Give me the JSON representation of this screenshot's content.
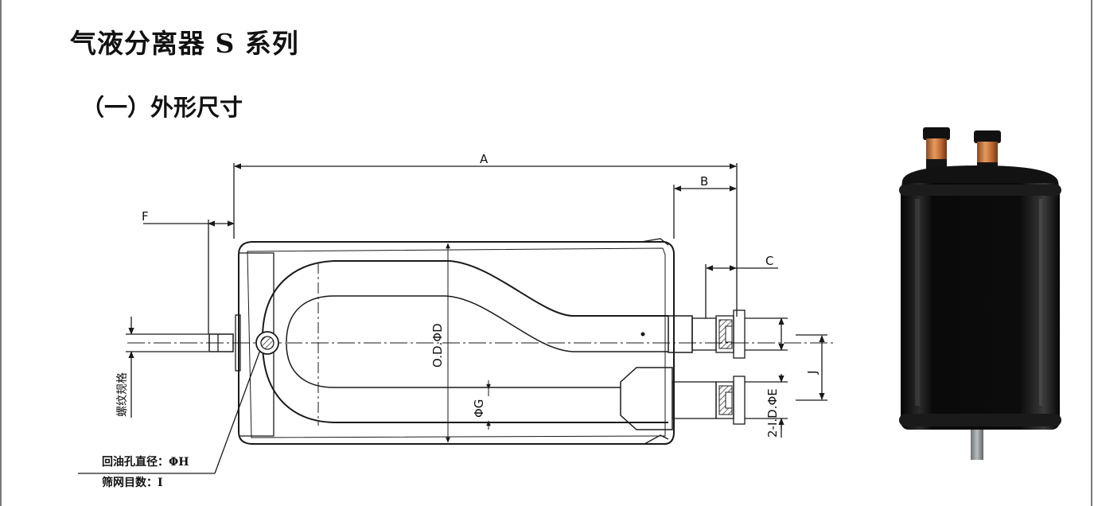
{
  "document": {
    "title": "气液分离器 S 系列",
    "section_heading": "（一）外形尺寸"
  },
  "drawing": {
    "dimension_labels": {
      "a": "A",
      "b": "B",
      "c": "C",
      "f": "F",
      "j": "J",
      "od": "O.D.ΦD",
      "g": "ΦG",
      "e": "2-I.D.ΦE",
      "thread": "螺纹规格"
    },
    "notes": {
      "oil_hole": "回油孔直径：ΦH",
      "mesh": "筛网目数：I"
    }
  },
  "colors": {
    "line": "#1a1a1a",
    "product_body": "#0b0b0b",
    "copper": "#c8733a",
    "frame": "#7a7a7a"
  }
}
